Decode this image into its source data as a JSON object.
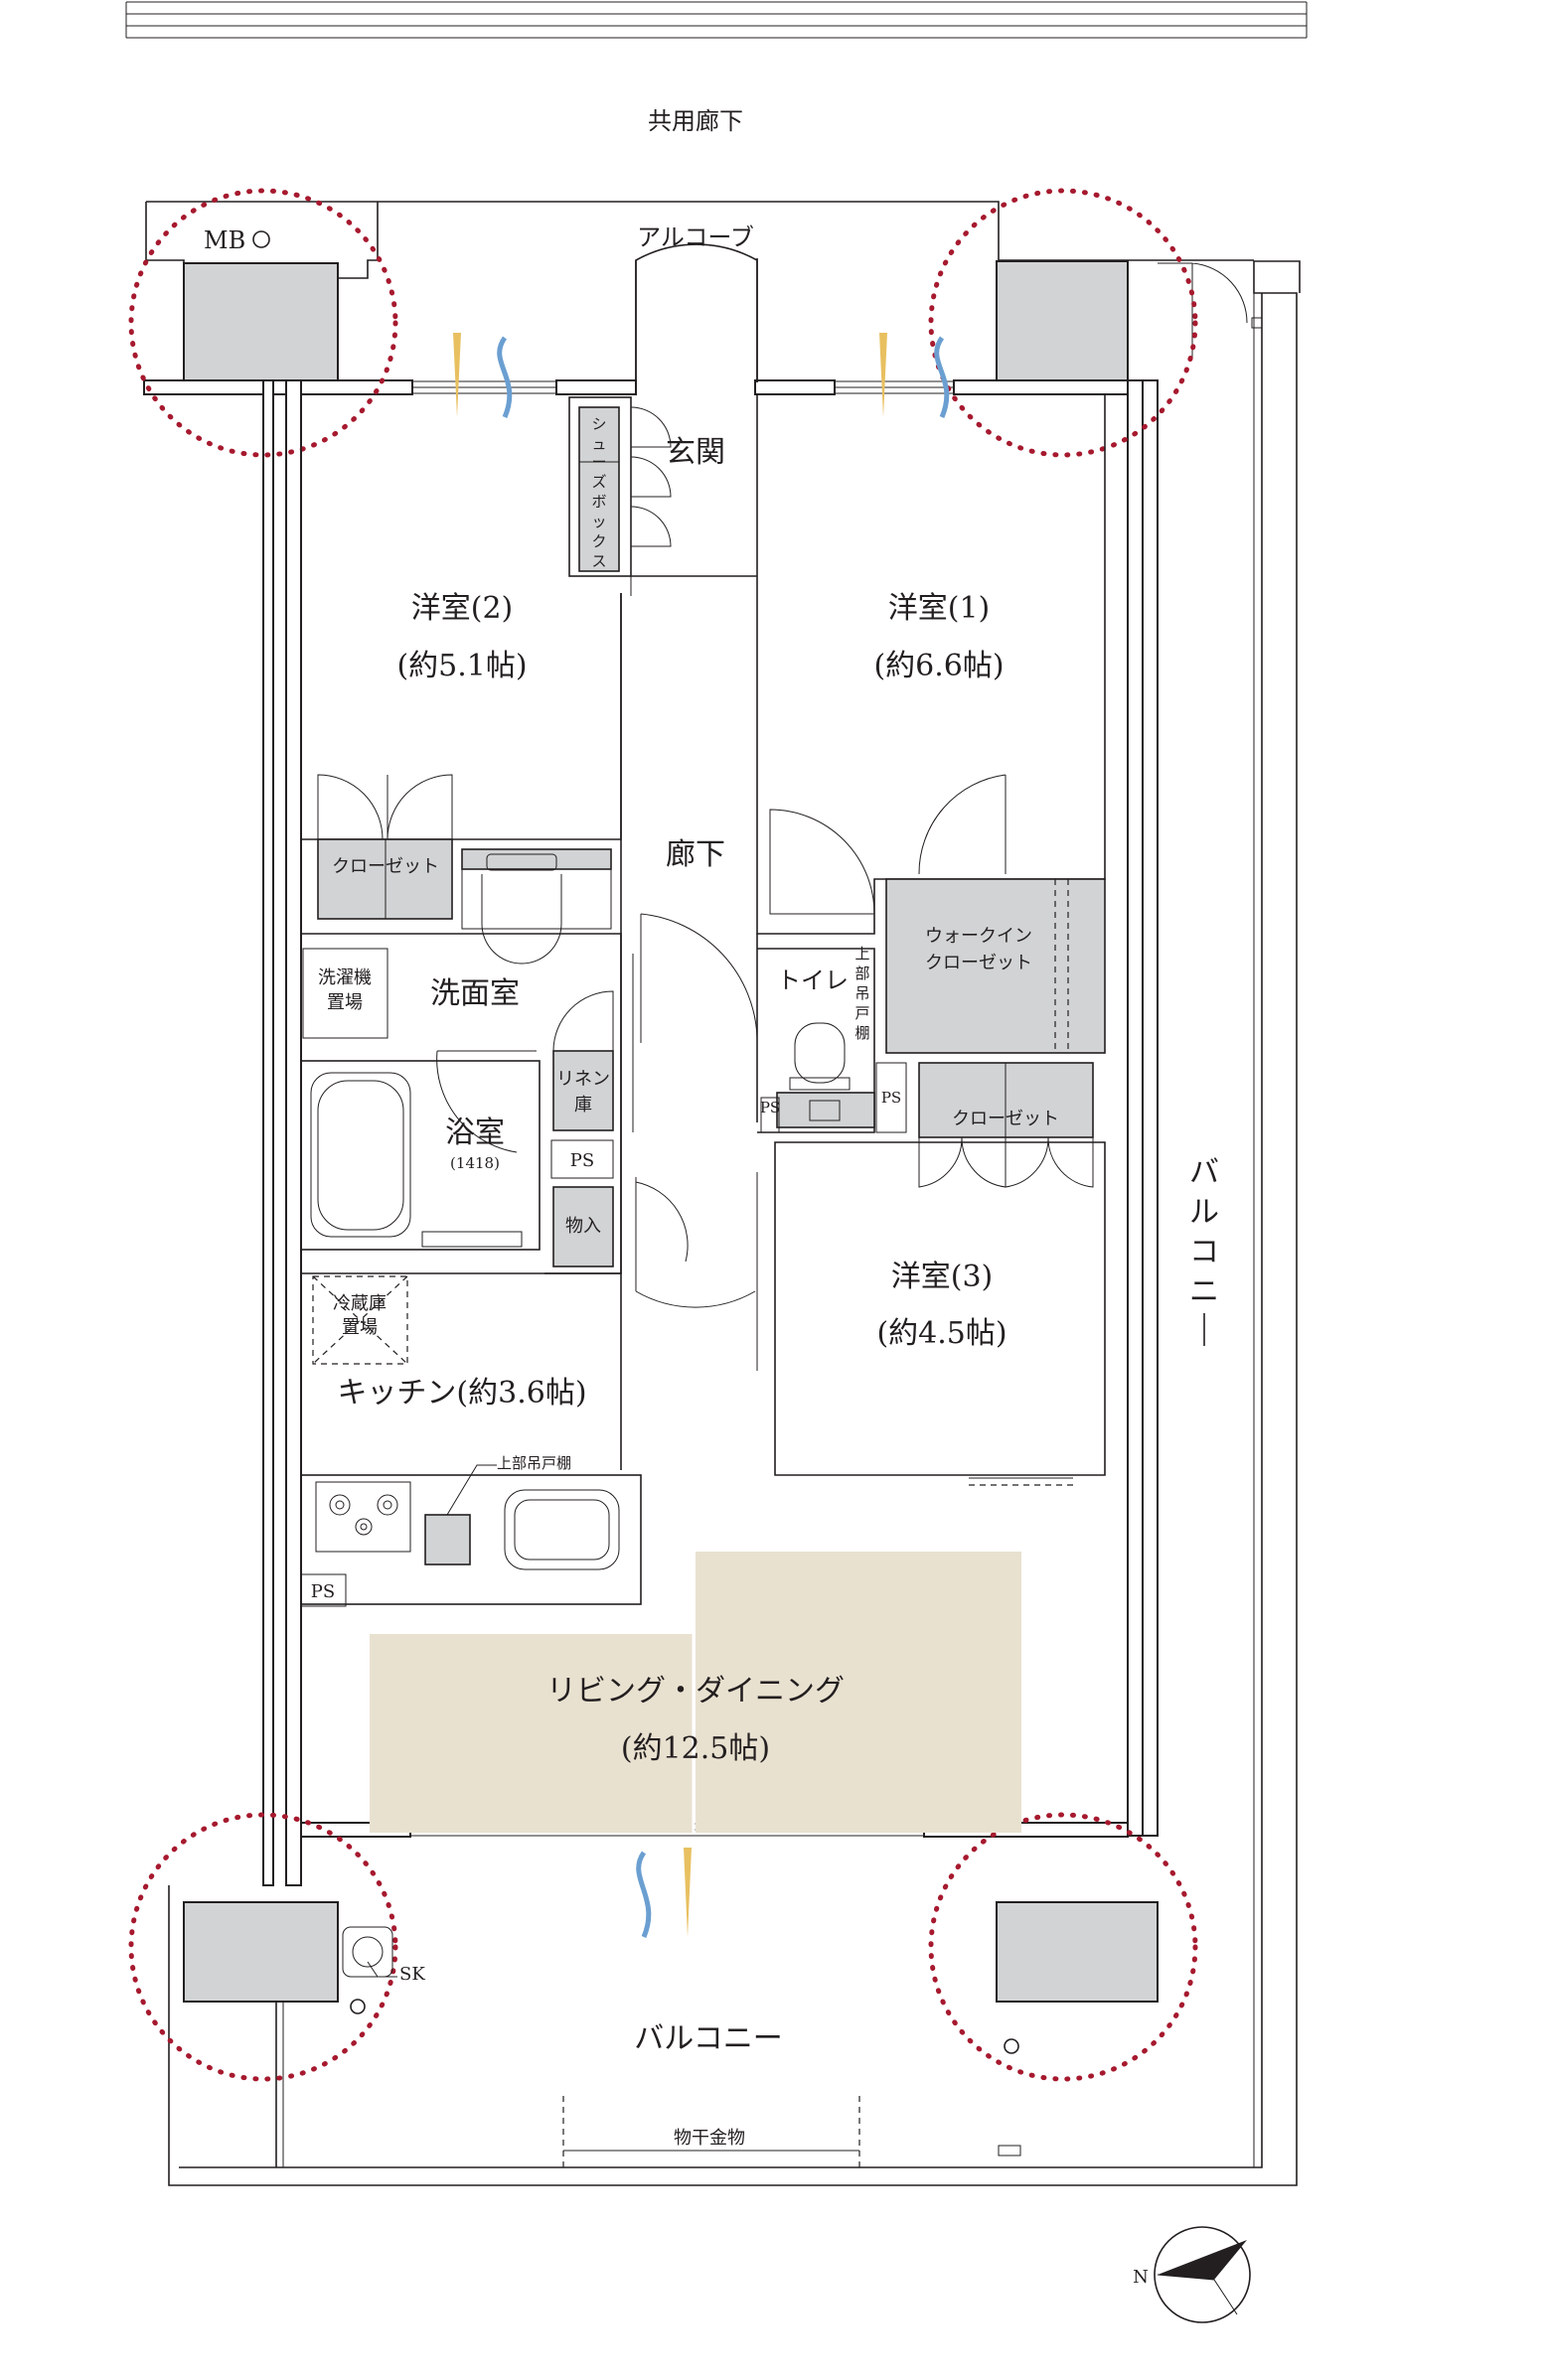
{
  "labels": {
    "corridor_common": "共用廊下",
    "alcove": "アルコーブ",
    "mb": "MB",
    "entrance": "玄関",
    "shoebox": "シューズボックス",
    "room2": "洋室(2)",
    "room2_size": "(約5.1帖)",
    "room1": "洋室(1)",
    "room1_size": "(約6.6帖)",
    "closet": "クローゼット",
    "hallway": "廊下",
    "wic_line1": "ウォークイン",
    "wic_line2": "クローゼット",
    "washer_line1": "洗濯機",
    "washer_line2": "置場",
    "washroom": "洗面室",
    "toilet": "トイレ",
    "upper_cabinet_toilet": "上部吊戸棚",
    "linen_line1": "リネン",
    "linen_line2": "庫",
    "bathroom": "浴室",
    "bathroom_size": "(1418)",
    "ps": "PS",
    "storage": "物入",
    "fridge_line1": "冷蔵庫",
    "fridge_line2": "置場",
    "kitchen": "キッチン(約3.6帖)",
    "upper_cabinet_kitchen": "上部吊戸棚",
    "room3": "洋室(3)",
    "room3_size": "(約4.5帖)",
    "ldk": "リビング・ダイニング",
    "ldk_size": "(約12.5帖)",
    "balcony_bottom": "バルコニー",
    "balcony_side": "バルコニー",
    "sk": "SK",
    "clothesline": "物干金物",
    "north": "N"
  },
  "colors": {
    "wall": "#231f20",
    "pillar": "#d1d3d4",
    "storage_fill": "#d1d3d4",
    "ldk_fill": "#e9e1d0",
    "highlight_circle": "#a6192e",
    "airflow_warm": "#e8c060",
    "airflow_cool": "#6b9fd1"
  }
}
